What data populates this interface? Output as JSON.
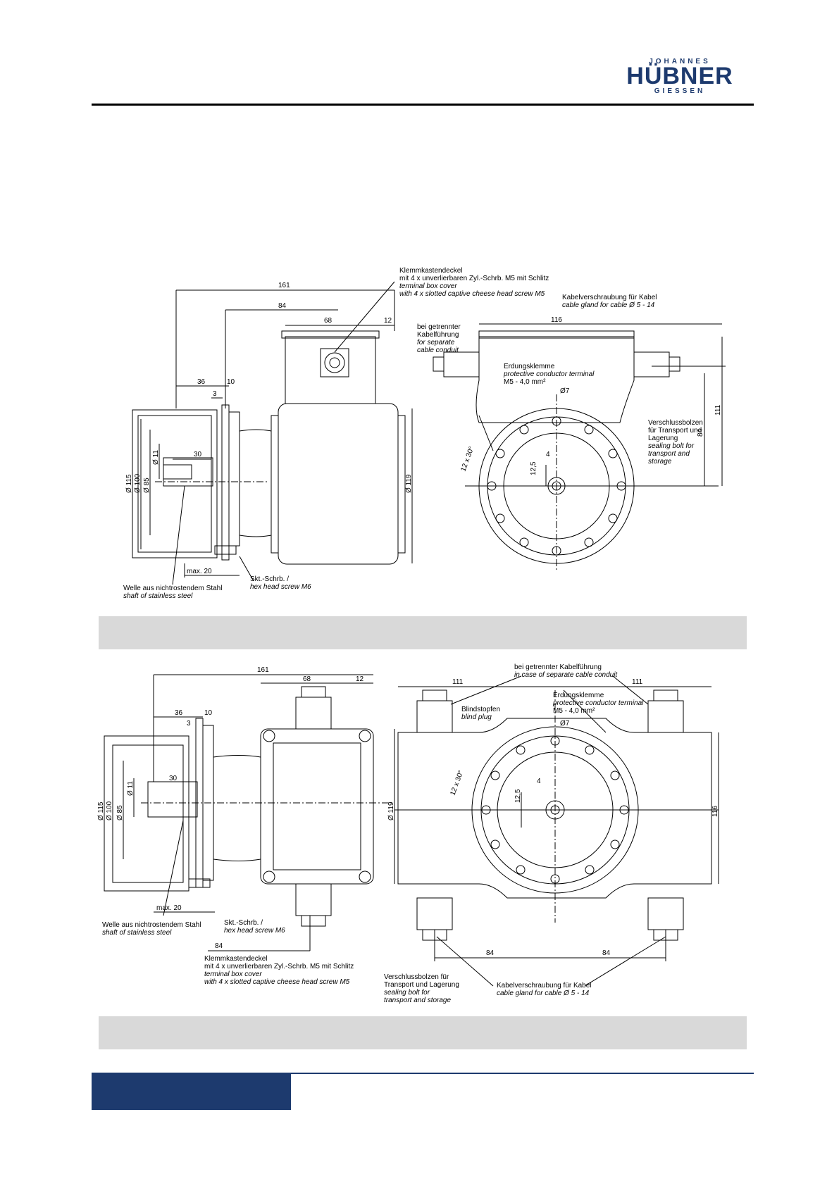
{
  "logo": {
    "top": "JOHANNES",
    "main": "HÜBNER",
    "bottom": "GIESSEN"
  },
  "drawing1": {
    "dims": {
      "d161": "161",
      "d84": "84",
      "d68": "68",
      "d12": "12",
      "d116": "116",
      "d36": "36",
      "d10": "10",
      "d3": "3",
      "d30": "30",
      "d115": "Ø 115",
      "d100": "Ø 100",
      "d85": "Ø 85 ",
      "d11": "Ø 11 ",
      "d119": "Ø 119",
      "d111": "111",
      "d84v": "84",
      "d7": "Ø7",
      "d4": "4",
      "d125": "12,5",
      "d1230": "12 x 30°",
      "max20": "max. 20"
    },
    "note_cover_de": "Klemmkastendeckel",
    "note_cover_de2": "mit 4 x unverlierbaren Zyl.-Schrb. M5 mit Schlitz",
    "note_cover_en1": "terminal box cover",
    "note_cover_en2": "with 4 x slotted captive cheese head screw M5",
    "note_gland_de": "Kabelverschraubung für Kabel",
    "note_gland_en": "cable gland for cable Ø 5 - 14",
    "note_sep_de1": "bei getrennter",
    "note_sep_de2": "Kabelführung",
    "note_sep_en1": "for separate",
    "note_sep_en2": "cable conduit",
    "note_earth_de": "Erdungsklemme",
    "note_earth_en": "protective conductor terminal",
    "note_earth_val": "M5 - 4,0 mm²",
    "note_bolt_de1": "Verschlussbolzen",
    "note_bolt_de2": "für Transport und",
    "note_bolt_de3": "Lagerung",
    "note_bolt_en1": "sealing bolt for",
    "note_bolt_en2": "transport and",
    "note_bolt_en3": "storage",
    "note_shaft_de": "Welle aus nichtrostendem Stahl",
    "note_shaft_en": "shaft of stainless steel",
    "note_screw_de": "Skt.-Schrb. /",
    "note_screw_en": "hex head screw M6"
  },
  "drawing2": {
    "dims": {
      "d161": "161",
      "d68": "68",
      "d12": "12",
      "d36": "36",
      "d10": "10",
      "d3": "3",
      "d30": "30",
      "d111a": "111",
      "d111b": "111",
      "d115": "Ø 115",
      "d100": "Ø 100",
      "d85": "Ø 85 ",
      "d11": "Ø 11 ",
      "d119": "Ø 119",
      "d116": "116",
      "d84a": "84",
      "d84b": "84",
      "d84c": "84",
      "d7": "Ø7",
      "d4": "4",
      "d125": "12,5",
      "d1230": "12 x 30°",
      "max20": "max. 20"
    },
    "note_sep_de": "bei getrennter Kabelführung",
    "note_sep_en": "in case of separate cable conduit",
    "note_plug_de": "Blindstopfen",
    "note_plug_en": "blind plug",
    "note_earth_de": "Erdungsklemme",
    "note_earth_en": "protective conductor terminal",
    "note_earth_val": "M5 - 4,0 mm²",
    "note_shaft_de": "Welle aus nichtrostendem Stahl",
    "note_shaft_en": "shaft of stainless steel",
    "note_screw_de": "Skt.-Schrb. /",
    "note_screw_en": "hex head screw M6",
    "note_cover_de": "Klemmkastendeckel",
    "note_cover_de2": "mit 4 x unverlierbaren Zyl.-Schrb. M5 mit Schlitz",
    "note_cover_en1": "terminal box cover",
    "note_cover_en2": "with 4 x slotted captive cheese head screw M5",
    "note_bolt_de1": "Verschlussbolzen für",
    "note_bolt_de2": "Transport und Lagerung",
    "note_bolt_en1": "sealing bolt for",
    "note_bolt_en2": "transport and storage",
    "note_gland_de": "Kabelverschraubung für Kabel",
    "note_gland_en": "cable gland for cable Ø 5 - 14"
  },
  "colors": {
    "brand_blue": "#1d3a6e",
    "caption_gray": "#d9d9d9"
  }
}
